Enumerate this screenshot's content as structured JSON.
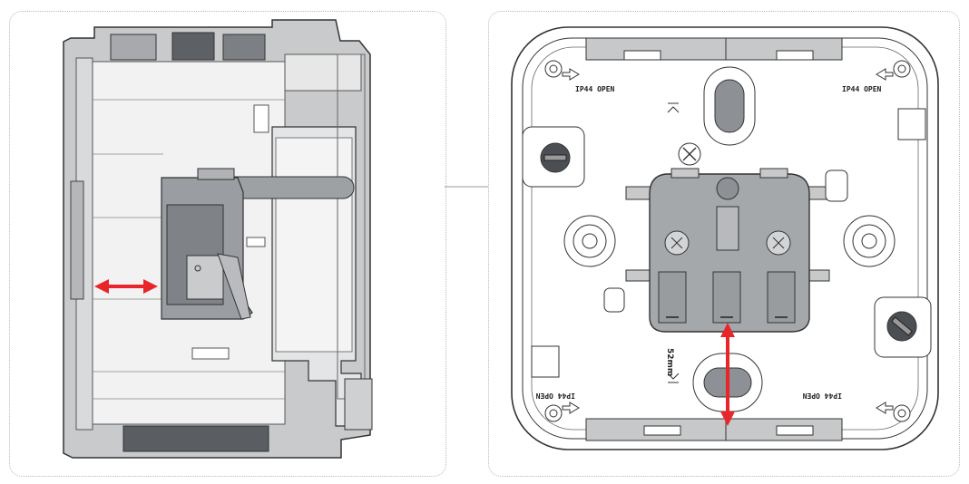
{
  "labels": {
    "ip44_top_left": "IP44 OPEN",
    "ip44_top_right": "IP44 OPEN",
    "ip44_bottom_left": "IP44 OPEN",
    "ip44_bottom_right": "IP44 OPEN",
    "dimension": "52mm"
  },
  "colors": {
    "arrow": "#e8262a",
    "grey_part": "#9a9da1",
    "dark_part": "#4b4f53",
    "outline": "#333333"
  }
}
